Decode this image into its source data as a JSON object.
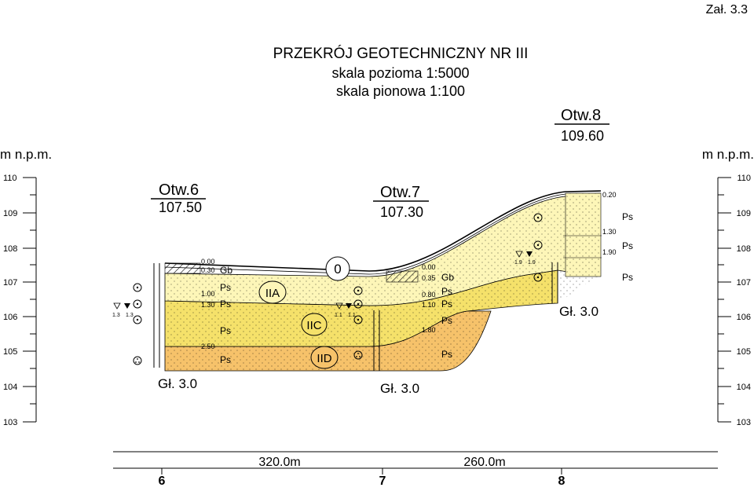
{
  "attachment_label": "Zał. 3.3",
  "title": "PRZEKRÓJ GEOTECHNICZNY NR III",
  "scale_horizontal": "skala pozioma 1:5000",
  "scale_vertical": "skala pionowa 1:100",
  "axis_label_left": "m n.p.m.",
  "axis_label_right": "m n.p.m.",
  "elevation_ticks": [
    "110",
    "109",
    "108",
    "107",
    "106",
    "105",
    "104",
    "103"
  ],
  "colors": {
    "layer_light": "#fdf6b8",
    "layer_mid": "#f5e16a",
    "layer_dark": "#f6c26a",
    "outline": "#000000"
  },
  "boreholes": [
    {
      "name": "Otw.6",
      "elevation": "107.50",
      "depth_label": "Gł. 3.0",
      "depths": [
        "0.00",
        "0.30",
        "1.00",
        "1.30",
        "2.50"
      ],
      "soils": [
        "Gb",
        "Ps",
        "Ps",
        "Ps",
        "Ps"
      ],
      "water_levels": [
        "1.3",
        "1.3"
      ]
    },
    {
      "name": "Otw.7",
      "elevation": "107.30",
      "depth_label": "Gł. 3.0",
      "depths": [
        "0.00",
        "0.35",
        "0.80",
        "1.10",
        "1.80"
      ],
      "soils": [
        "Gb",
        "Ps",
        "Ps",
        "Ps",
        "Ps"
      ],
      "water_levels": [
        "1.1",
        "1.1"
      ]
    },
    {
      "name": "Otw.8",
      "elevation": "109.60",
      "depth_label": "Gł. 3.0",
      "depths": [
        "0.20",
        "1.30",
        "1.90"
      ],
      "soils": [
        "Ps",
        "Ps",
        "Ps"
      ],
      "water_levels": [
        "1.9",
        "1.9"
      ]
    }
  ],
  "layers": [
    "0",
    "IIA",
    "IIC",
    "IID"
  ],
  "distances": [
    "320.0m",
    "260.0m"
  ],
  "station_numbers": [
    "6",
    "7",
    "8"
  ]
}
